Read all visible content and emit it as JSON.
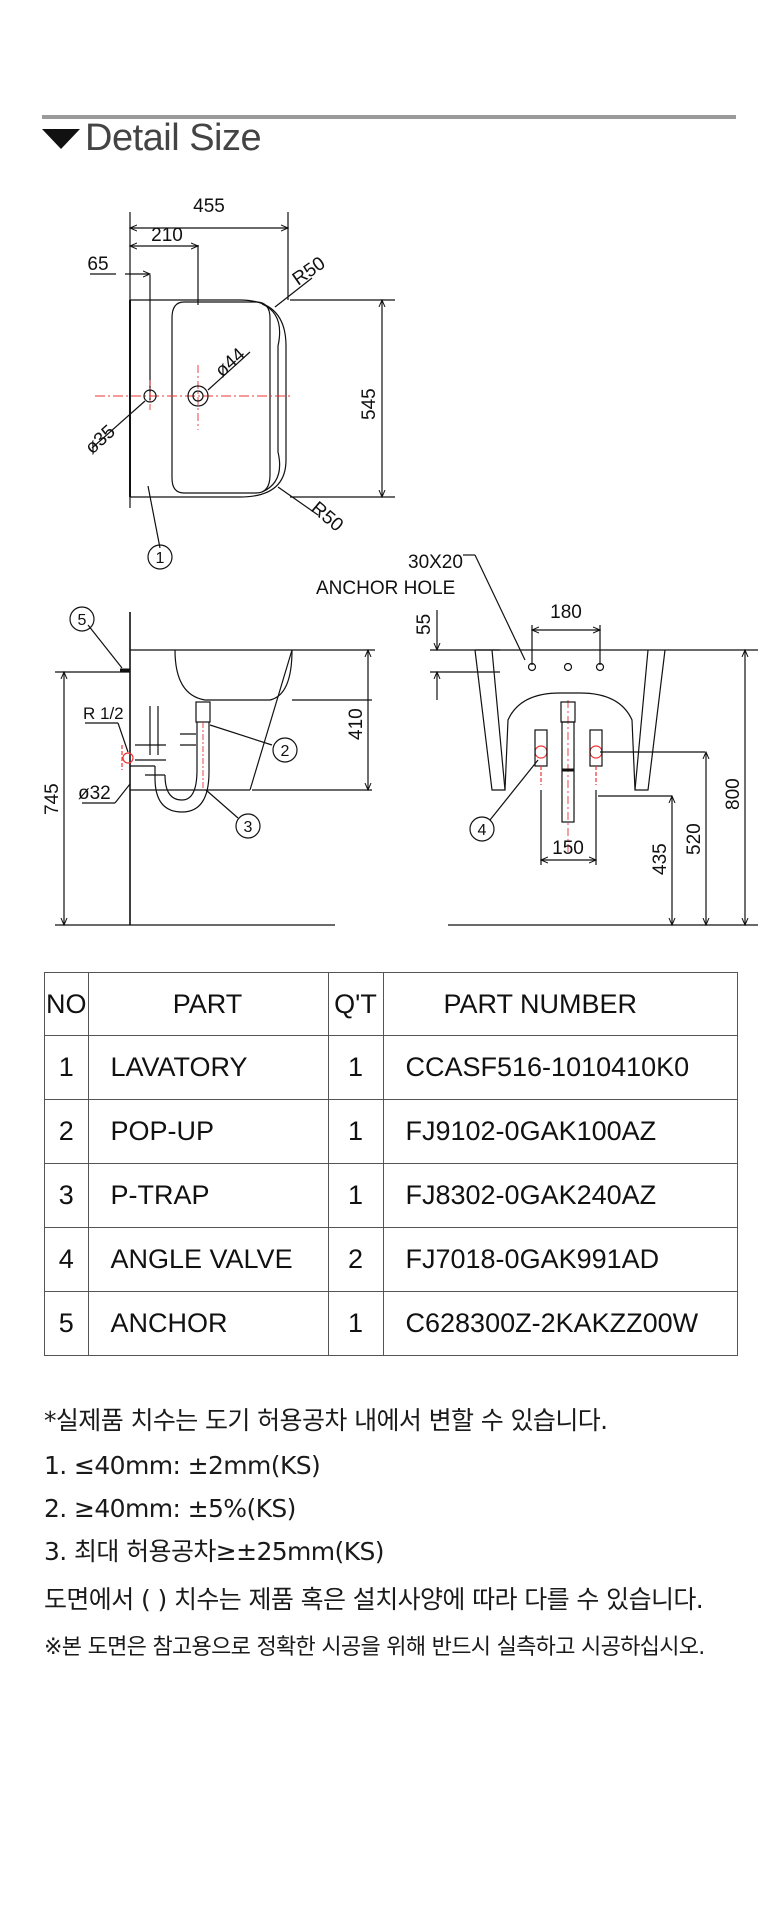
{
  "section": {
    "title": "Detail Size"
  },
  "drawing": {
    "dims": {
      "w455": "455",
      "w210": "210",
      "w65": "65",
      "r50_top": "R50",
      "r50_bottom": "R50",
      "d44": "ø44",
      "d35": "ø35",
      "h545": "545",
      "anchor_size": "30X20",
      "anchor_hole": "ANCHOR HOLE",
      "h55": "55",
      "w180": "180",
      "h410": "410",
      "h745": "745",
      "r12": "R 1/2",
      "d32": "ø32",
      "h800": "800",
      "h520": "520",
      "h435": "435",
      "w150": "150"
    },
    "callouts": [
      "1",
      "2",
      "3",
      "4",
      "5"
    ]
  },
  "table": {
    "headers": {
      "no": "NO",
      "part": "PART",
      "qt": "Q'T",
      "part_number": "PART NUMBER"
    },
    "rows": [
      {
        "no": "1",
        "part": "LAVATORY",
        "qt": "1",
        "part_number": "CCASF516-1010410K0"
      },
      {
        "no": "2",
        "part": "POP-UP",
        "qt": "1",
        "part_number": "FJ9102-0GAK100AZ"
      },
      {
        "no": "3",
        "part": "P-TRAP",
        "qt": "1",
        "part_number": "FJ8302-0GAK240AZ"
      },
      {
        "no": "4",
        "part": "ANGLE VALVE",
        "qt": "2",
        "part_number": "FJ7018-0GAK991AD"
      },
      {
        "no": "5",
        "part": "ANCHOR",
        "qt": "1",
        "part_number": "C628300Z-2KAKZZ00W"
      }
    ]
  },
  "notes": {
    "line1": "*실제품 치수는 도기 허용공차 내에서 변할 수 있습니다.",
    "line2": "1. ≤40mm: ±2mm(KS)",
    "line3": "2. ≥40mm: ±5%(KS)",
    "line4": "3. 최대 허용공차≥±25mm(KS)",
    "line5": "도면에서 ( ) 치수는 제품 혹은 설치사양에 따라 다를 수 있습니다.",
    "line6": "※본 도면은 참고용으로 정확한 시공을 위해 반드시 실측하고 시공하십시오."
  }
}
